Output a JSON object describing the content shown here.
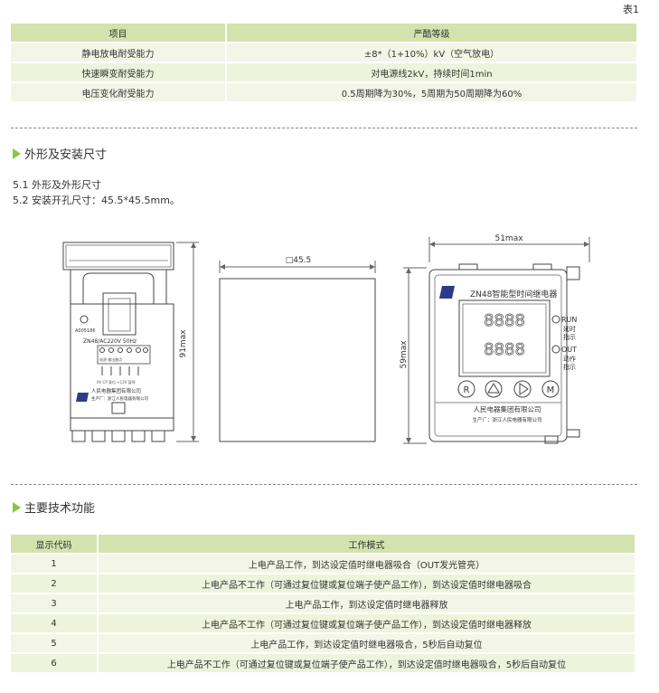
{
  "table1": {
    "label": "表1",
    "headers": [
      "项目",
      "严酷等级"
    ],
    "rows": [
      [
        "静电放电耐受能力",
        "±8*（1+10%）kV（空气放电）"
      ],
      [
        "快速瞬变耐受能力",
        "对电源线2kV，持续时间1min"
      ],
      [
        "电压变化耐受能力",
        "0.5周期降为30%，5周期为50周期降为60%"
      ]
    ]
  },
  "section5": {
    "title": "外形及安装尺寸",
    "line1": "5.1  外形及外形尺寸",
    "line2": "5.2  安装开孔尺寸：45.5*45.5mm。"
  },
  "drawings": {
    "side": {
      "height_label": "91max",
      "cert_text": "A005186",
      "model_text": "ZN48/AC220V 50Hz",
      "company": "人民电器集团有限公司",
      "maker": "生产厂：浙江人民电器有限公司",
      "terminal_labels": "电源   输出触点",
      "bottom_labels": "0V  CP  复位  +12V  暂停"
    },
    "top": {
      "width_label": "□45.5"
    },
    "front": {
      "width_label": "51max",
      "height_label": "59max",
      "title": "ZN48智能型时间继电器",
      "digits_top": "8888",
      "digits_bottom": "8888",
      "run_label": "RUN",
      "run_sub1": "延时",
      "run_sub2": "指示",
      "out_label": "OUT",
      "out_sub1": "动作",
      "out_sub2": "指示",
      "btn_r": "R",
      "btn_m": "M",
      "company": "人民电器集团有限公司",
      "maker": "生产厂：浙江人民电器有限公司"
    }
  },
  "section6": {
    "title": "主要技术功能",
    "headers": [
      "显示代码",
      "工作模式"
    ],
    "rows": [
      [
        "1",
        "上电产品工作，到达设定值时继电器吸合（OUT发光管亮）"
      ],
      [
        "2",
        "上电产品不工作（可通过复位键或复位端子使产品工作），到达设定值时继电器吸合"
      ],
      [
        "3",
        "上电产品工作，到达设定值时继电器释放"
      ],
      [
        "4",
        "上电产品不工作（可通过复位键或复位端子使产品工作），到达设定值时继电器释放"
      ],
      [
        "5",
        "上电产品工作，到达设定值时继电器吸合，5秒后自动复位"
      ],
      [
        "6",
        "上电产品不工作（可通过复位键或复位端子使产品工作），到达设定值时继电器吸合，5秒后自动复位"
      ]
    ]
  },
  "colors": {
    "header_bg": "#d4e2ad",
    "row_bg": "#f3f6e6",
    "accent": "#8cc63f"
  }
}
